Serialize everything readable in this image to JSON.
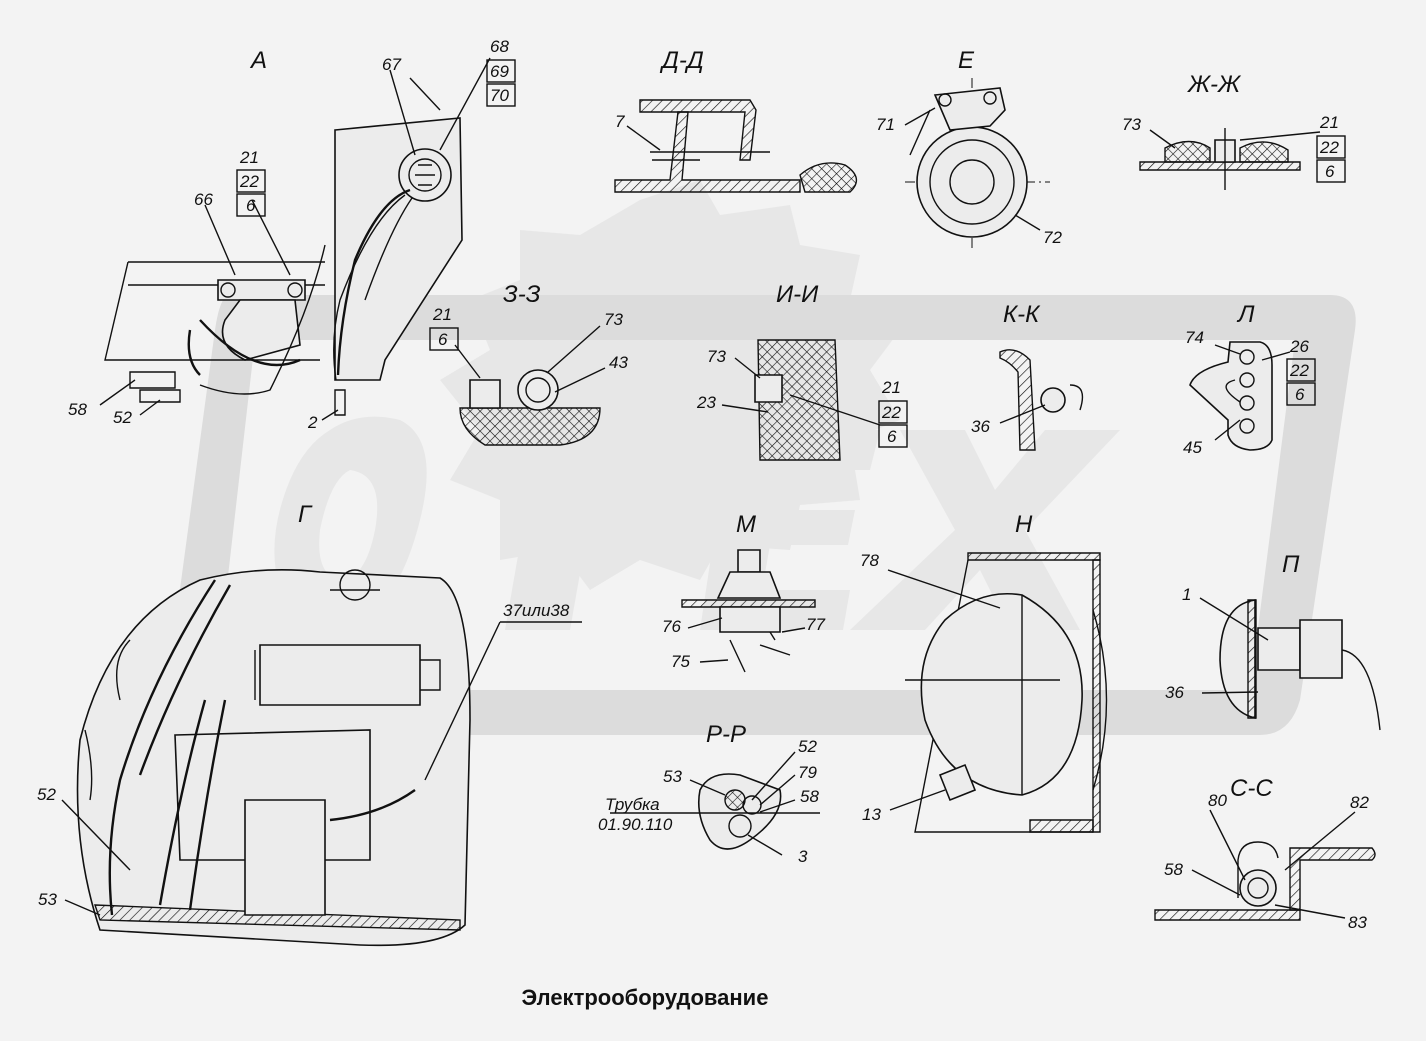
{
  "caption": "Электрооборудование",
  "watermark": "OPEX",
  "views": {
    "A": "А",
    "DD": "Д-Д",
    "E": "Е",
    "ZhZh": "Ж-Ж",
    "ZZ": "З-З",
    "II": "И-И",
    "KK": "К-К",
    "L": "Л",
    "G": "Г",
    "M": "М",
    "N": "Н",
    "P": "П",
    "RR": "Р-Р",
    "SS": "С-С"
  },
  "callouts": {
    "a_67": "67",
    "a_68": "68",
    "a_69": "69",
    "a_70": "70",
    "a_21": "21",
    "a_22": "22",
    "a_6": "6",
    "a_66": "66",
    "a_58": "58",
    "a_52": "52",
    "a_2": "2",
    "dd_7": "7",
    "e_71": "71",
    "e_72": "72",
    "zh_73": "73",
    "zh_21": "21",
    "zh_22": "22",
    "zh_6": "6",
    "zz_21": "21",
    "zz_6": "6",
    "zz_73": "73",
    "zz_43": "43",
    "ii_73": "73",
    "ii_23": "23",
    "ii_21": "21",
    "ii_22": "22",
    "ii_6": "6",
    "kk_36": "36",
    "l_74": "74",
    "l_26": "26",
    "l_22": "22",
    "l_6": "6",
    "l_45": "45",
    "g_37": "37или38",
    "g_52": "52",
    "g_53": "53",
    "m_76": "76",
    "m_77": "77",
    "m_75": "75",
    "n_78": "78",
    "n_13": "13",
    "p_1": "1",
    "p_36": "36",
    "rr_52": "52",
    "rr_79": "79",
    "rr_58": "58",
    "rr_53": "53",
    "rr_3": "3",
    "rr_tube1": "Трубка",
    "rr_tube2": "01.90.110",
    "ss_80": "80",
    "ss_82": "82",
    "ss_58": "58",
    "ss_83": "83"
  }
}
